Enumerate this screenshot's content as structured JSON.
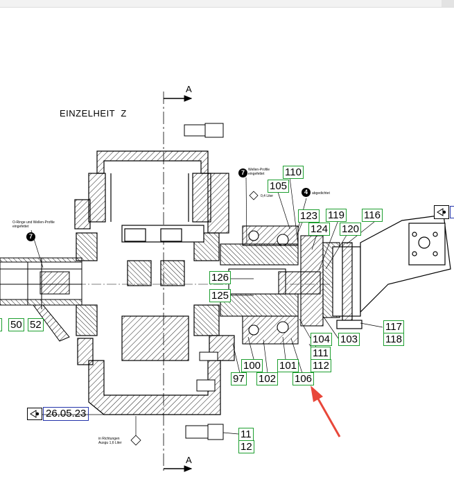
{
  "title": "EINZELHEIT",
  "title_letter": "Z",
  "section_label_top": "A",
  "section_label_bottom": "A",
  "date": "26.05.23",
  "notes": {
    "left_note": "O-Ringe und Wellen-Profile eingefettet",
    "top_note": "Wellen-Profile eingefettet",
    "small_liter": "0,4 Liter",
    "right_note": "abgedichtet",
    "bottom_note": "in Richtungen Ausgu 1,6 Liter"
  },
  "circled_numbers": [
    "7",
    "7",
    "4"
  ],
  "part_labels": {
    "l50": "50",
    "l52": "52",
    "l110": "110",
    "l105": "105",
    "l123": "123",
    "l119": "119",
    "l116": "116",
    "l124": "124",
    "l120": "120",
    "l126": "126",
    "l125": "125",
    "l104": "104",
    "l103": "103",
    "l117": "117",
    "l118": "118",
    "l111": "111",
    "l112": "112",
    "l100": "100",
    "l101": "101",
    "l97": "97",
    "l102": "102",
    "l106": "106",
    "l11": "11",
    "l12": "12"
  },
  "colors": {
    "label_border": "#1c9e2e",
    "date_border": "#2233aa",
    "arrow": "#e8473a"
  }
}
